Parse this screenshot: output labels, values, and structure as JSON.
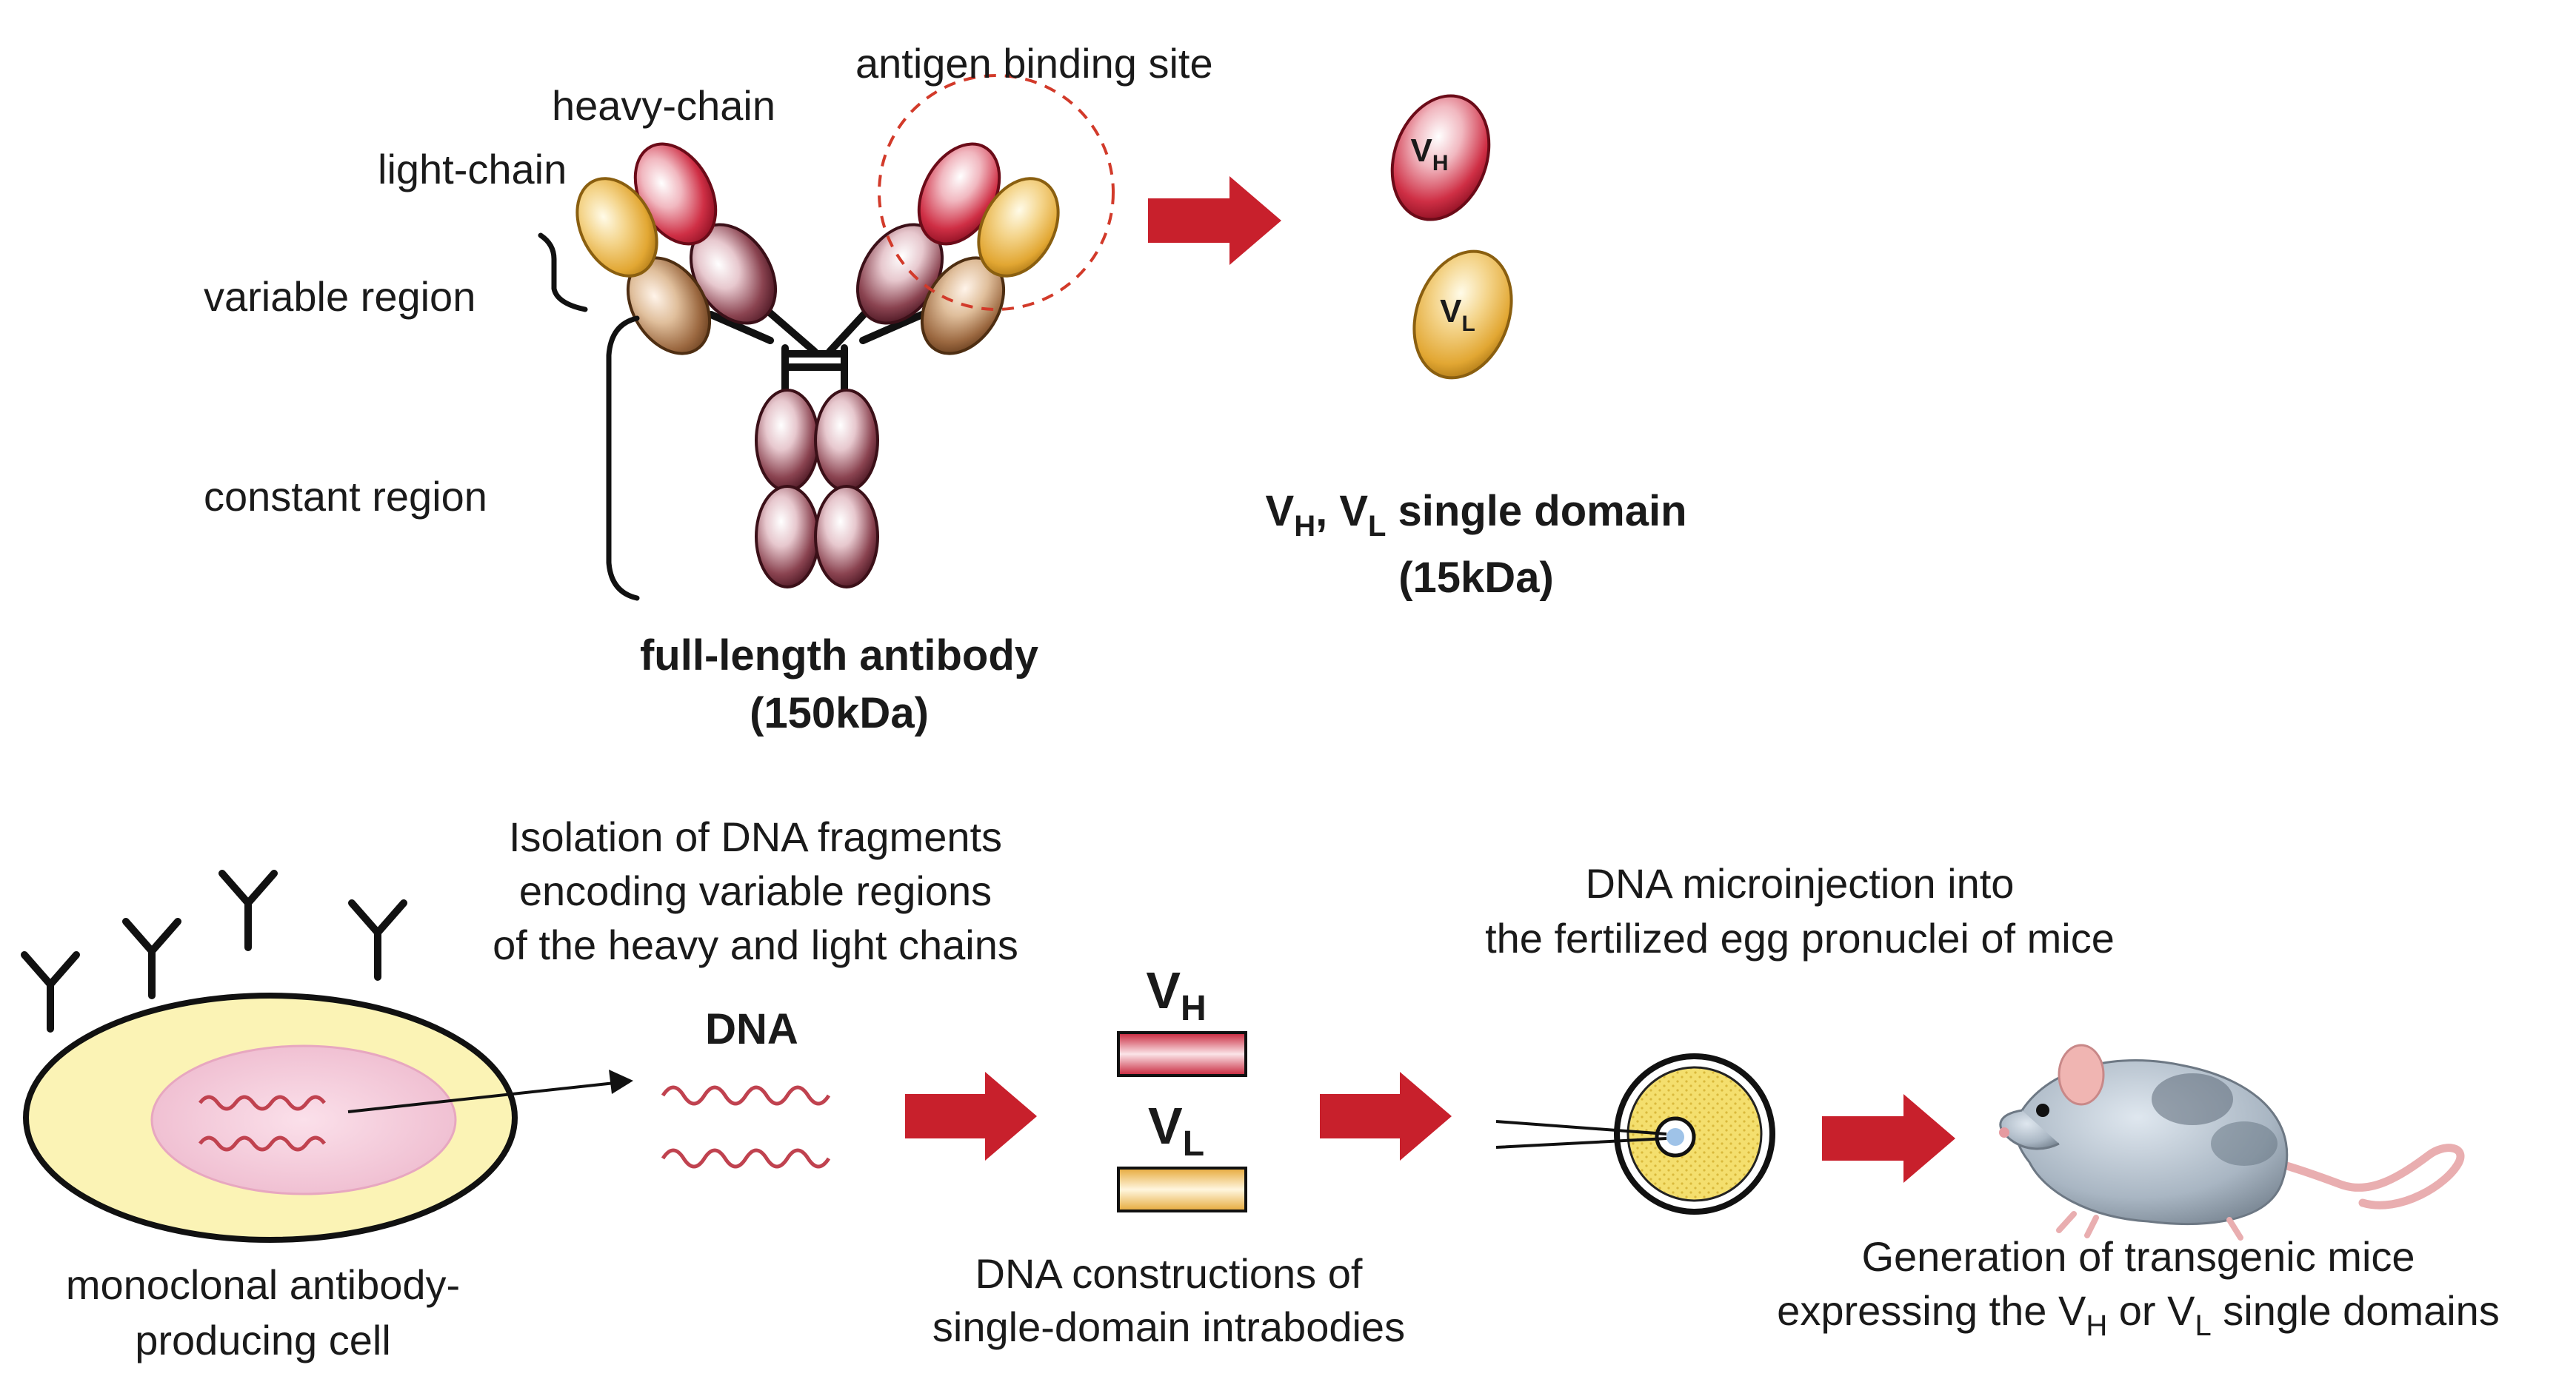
{
  "top": {
    "labels": {
      "antigen_binding_site": "antigen binding site",
      "heavy_chain": "heavy-chain",
      "light_chain": "light-chain",
      "variable_region": "variable region",
      "constant_region": "constant region"
    },
    "full_length": {
      "title": "full-length antibody",
      "size": "(150kDa)"
    },
    "domains": {
      "vh": {
        "main": "V",
        "sub": "H"
      },
      "vl": {
        "main": "V",
        "sub": "L"
      }
    },
    "single_domain": {
      "v1": "V",
      "s1": "H",
      "sep": ", ",
      "v2": "V",
      "s2": "L",
      "rest": " single domain",
      "size": "(15kDa)"
    }
  },
  "bottom": {
    "isolation": [
      "Isolation of DNA fragments",
      "encoding variable regions",
      "of the heavy and light chains"
    ],
    "dna_label": "DNA",
    "constructs": {
      "vh": {
        "main": "V",
        "sub": "H"
      },
      "vl": {
        "main": "V",
        "sub": "L"
      }
    },
    "constructions_caption": [
      "DNA constructions of",
      "single-domain intrabodies"
    ],
    "microinjection": [
      "DNA microinjection into",
      "the fertilized egg pronuclei of mice"
    ],
    "cell_caption": [
      "monoclonal antibody-",
      "producing cell"
    ],
    "transgenic": {
      "line1": "Generation of transgenic mice",
      "a": "expressing the V",
      "b": "H",
      "c": " or V",
      "d": "L",
      "e": " single domains"
    }
  },
  "colors": {
    "heavy_red": "#c8243a",
    "light_gold": "#e8b23a",
    "arrow_red": "#c8202c",
    "antibody_maroon": "#6e2a35",
    "cell_fill": "#fbf3b5",
    "nucleus_pink": "#f2c4d4"
  }
}
